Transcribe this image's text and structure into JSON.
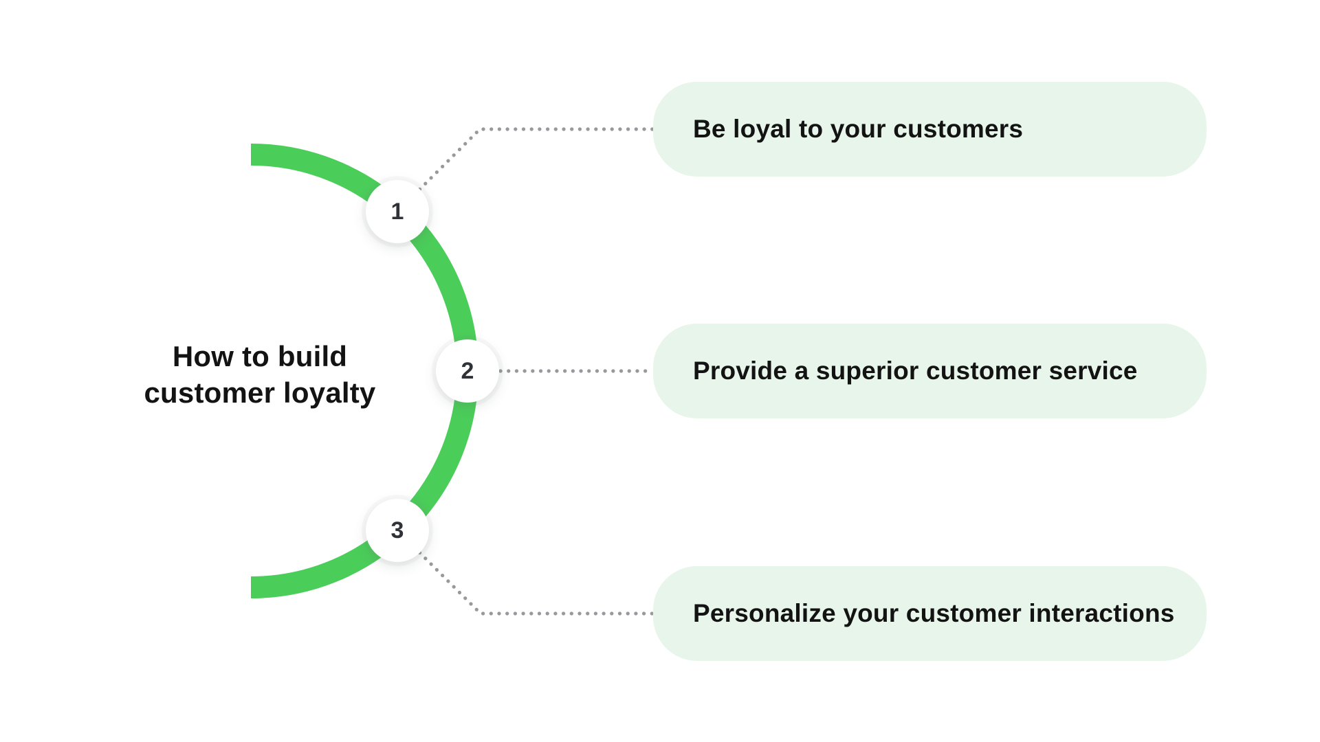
{
  "title": {
    "line1": "How to build",
    "line2": "customer loyalty"
  },
  "steps": [
    {
      "number": "1",
      "label": "Be loyal to your customers"
    },
    {
      "number": "2",
      "label": "Provide a superior customer service"
    },
    {
      "number": "3",
      "label": "Personalize your customer interactions"
    }
  ],
  "colors": {
    "arc_green": "#4BCD5A",
    "box_bg": "#E7F5EA",
    "dot_gray": "#97999C",
    "number_color": "#2F3337",
    "text_color": "#131313",
    "background": "#FFFFFF"
  }
}
